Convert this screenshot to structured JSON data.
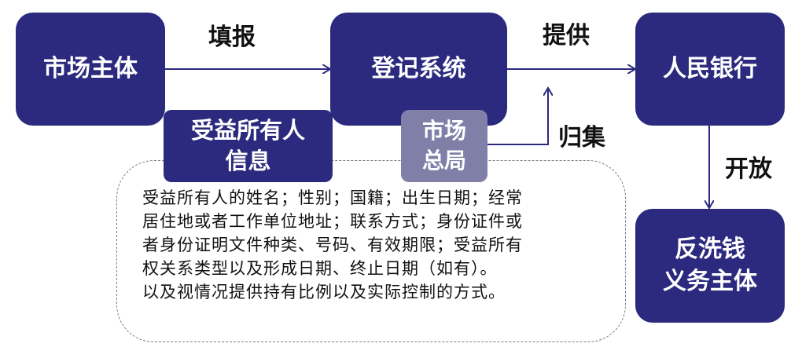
{
  "nodes": {
    "market_entity": "市场主体",
    "registration_system": "登记系统",
    "pboc": "人民银行",
    "aml_obligor_line1": "反洗钱",
    "aml_obligor_line2": "义务主体",
    "beneficial_owner_info_line1": "受益所有人",
    "beneficial_owner_info_line2": "信息",
    "samr_line1": "市场",
    "samr_line2": "总局"
  },
  "edge_labels": {
    "fill_in": "填报",
    "provide": "提供",
    "collect": "归集",
    "open": "开放"
  },
  "info_text": {
    "lines": [
      "受益所有人的姓名；性别；国籍；出生日期；经常",
      "居住地或者工作单位地址；联系方式；身份证件或",
      "者身份证明文件种类、号码、有效期限；受益所有",
      "权关系类型以及形成日期、终止日期（如有）。",
      "以及视情况提供持有比例以及实际控制的方式。"
    ]
  },
  "colors": {
    "node_fill": "#2b2a7f",
    "samr_fill": "#7f7fa8",
    "arrow": "#2b2a7f",
    "dashed_border": "#7a7a8a"
  }
}
